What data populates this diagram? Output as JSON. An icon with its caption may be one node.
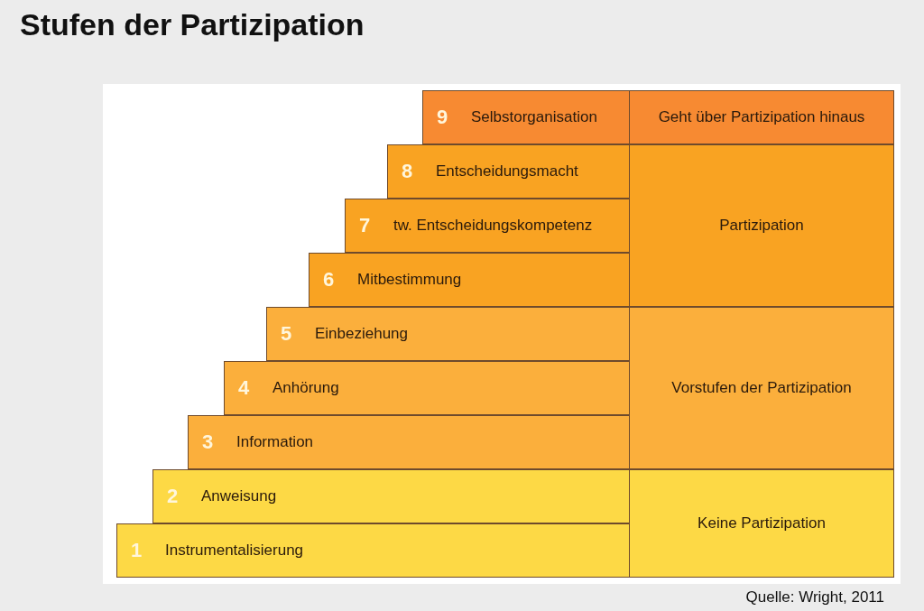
{
  "diagram": {
    "title": "Stufen der Partizipation",
    "caption": "Quelle: Wright, 2011",
    "nodes": [
      {
        "text": [
          "9",
          "Selbstorganisation"
        ]
      },
      {
        "text": [
          "8",
          "Entscheidungsmacht"
        ]
      },
      {
        "text": [
          "7",
          "tw. Entscheidungskompetenz"
        ]
      },
      {
        "text": [
          "6",
          "Mitbestimmung"
        ]
      },
      {
        "text": [
          "5",
          "Einbeziehung"
        ]
      },
      {
        "text": [
          "4",
          "Anhörung"
        ]
      },
      {
        "text": [
          "3",
          "Information"
        ]
      },
      {
        "text": [
          "2",
          "Anweisung"
        ]
      },
      {
        "text": [
          "1",
          "Instrumentalisierung"
        ]
      },
      {
        "text": [
          "Geht über Partizipation hinaus"
        ]
      },
      {
        "text": [
          "Partizipation"
        ]
      },
      {
        "text": [
          "Vorstufen der Partizipation"
        ]
      },
      {
        "text": [
          "Keine Partizipation"
        ]
      }
    ]
  }
}
